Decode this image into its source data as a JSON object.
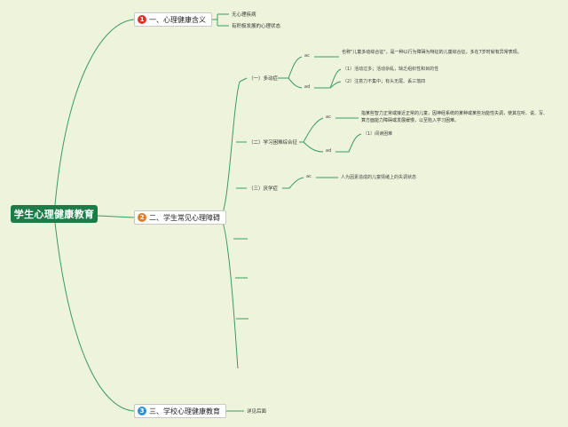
{
  "root": {
    "label": "学生心理健康教育"
  },
  "colors": {
    "background": "#eef4dc",
    "line": "#3a9b5e",
    "root": "#1d7b47",
    "badge1": "#d9342b",
    "badge2": "#e77a1c",
    "badge3": "#2f8fd6"
  },
  "section1": {
    "num": "1",
    "label": "一、心理健康含义",
    "items": [
      "无心理疾病",
      "有积极发展的心理状态"
    ]
  },
  "section2": {
    "num": "2",
    "label": "二、学生常见心理障碍",
    "adhd": {
      "label": "（一）多动症",
      "ac": "ac",
      "ac_text": "也称\"儿童多动综合征\"，是一种以行为障碍为特征的儿童综合征，多在7岁时就有异常表现。",
      "ad": "ad",
      "ad_items": [
        "（1）活动过多；活动杂乱，缺乏组织性和目的性",
        "（2）注意力不集中；有头无尾、丢三落四"
      ]
    },
    "ld": {
      "label": "（二）学习困难综合征",
      "ac": "ac",
      "ac_text": "指某些智力正常或接近正常的儿童，因神经系统的某种或某些功能性失调，使其在听、说、写、算方面能力障碍或发展缓慢，以至陷入学习困难。",
      "ad": "ad",
      "ad_items": [
        "（1）阅读困难"
      ]
    },
    "sp": {
      "label": "（三）厌学症",
      "ac": "ac",
      "ac_text": "人为因素造成的儿童情绪上的失调状态"
    }
  },
  "section3": {
    "num": "3",
    "label": "三、学校心理健康教育",
    "items": [
      "详见后面"
    ]
  }
}
